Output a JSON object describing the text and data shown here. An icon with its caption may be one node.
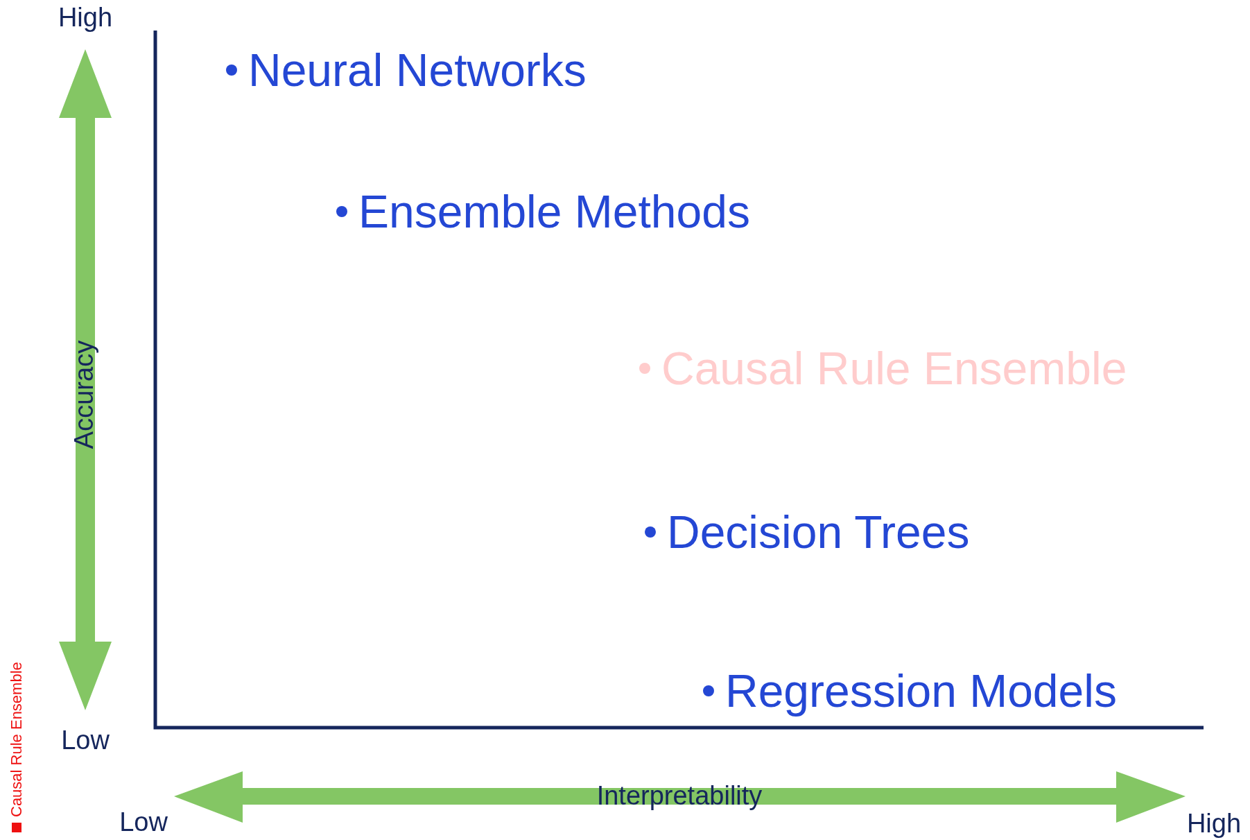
{
  "diagram": {
    "labels": [
      "High",
      "Accuracy",
      "Low",
      "Neural Networks",
      "Ensemble Methods",
      "Causal Rule Ensemble",
      "Decision Trees",
      "Regression Models",
      "Interpretability",
      "Low",
      "High"
    ],
    "legend": [
      {
        "text": "Causal Rule Ensemble",
        "color": "#ee1111"
      }
    ]
  }
}
